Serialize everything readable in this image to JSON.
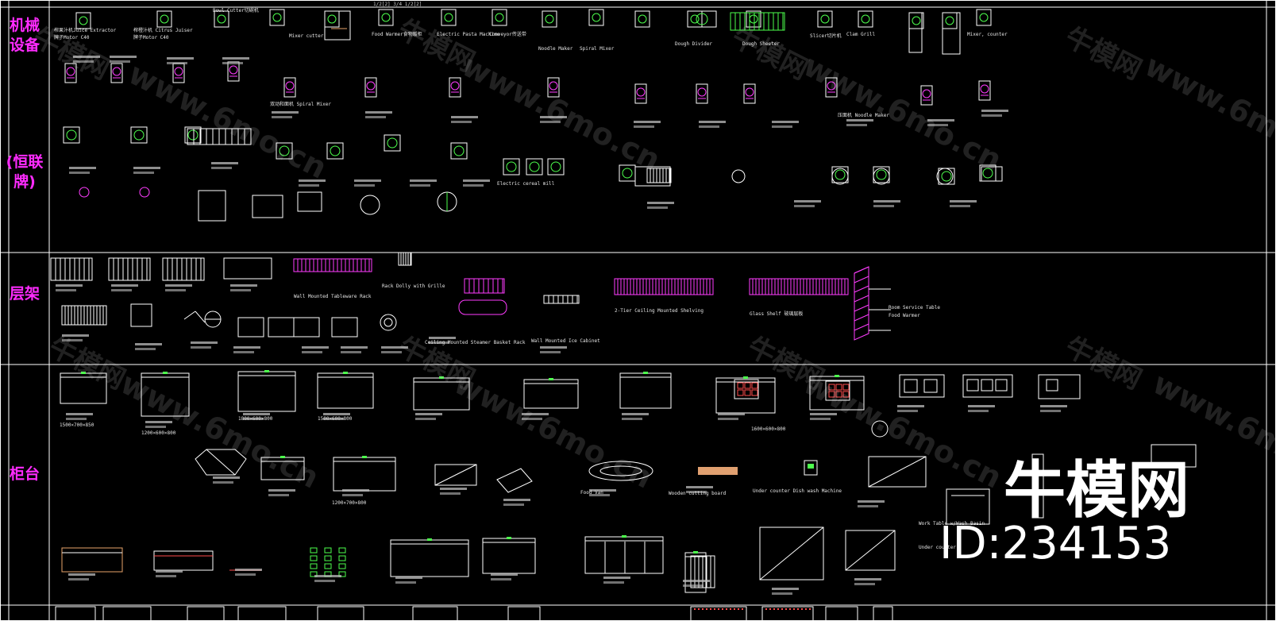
{
  "categories": [
    {
      "id": "machinery",
      "text": "机械\n设备"
    },
    {
      "id": "brand",
      "text": "(恒联\n牌)"
    },
    {
      "id": "shelving",
      "text": "层架"
    },
    {
      "id": "counters",
      "text": "柜台"
    }
  ],
  "labels": {
    "juice": "榨果汁机Juice Extractor",
    "juice_brand": "牌子Motor C40",
    "citrus": "榨橙汁机  Citrus Juiser",
    "citrus_brand": "牌子Motor C40",
    "bowl_cutter": "Bowl Cutter切碗机",
    "mixer_cutter": "Mixer cutter",
    "food_warmer": "Food Warmer食物暖柜",
    "electric_pasta": "Electric Pasta Machine",
    "conveyor": "Conveyor传送带",
    "noodle": "Noodle Maker",
    "spiral": "Spiral Mixer",
    "dough_divider": "Dough Divider",
    "dough_sheeter": "Dough Sheeter",
    "slicer": "Slicer切片机",
    "clam_grill": "Clam Grill",
    "mixer_counter": "Mixer, counter",
    "spiral_mixer": "双动和面机 Spiral Mixer",
    "noodle_maker": "压面机 Noodle Maker",
    "electric_mill": "Electric cereal mill",
    "wall_tableware": "Wall Mounted Tableware Rack",
    "ceiling_shelving": "2-Tier Ceiling Mounted Shelving",
    "glass_shelf": "Glass Shelf 玻璃层板",
    "rack_dolly": "Rack Dolly with Grille",
    "ceiling_steamer": "Ceiling Mounted Steamer Basket Rack",
    "wall_cabinet": "Wall Mounted Ice Cabinet",
    "roll_warmer": "Food Warmer",
    "service_table": "Room Service Table",
    "food_van": "Food Van",
    "wooden_board": "Wooden cutting board",
    "under_counter_dish": "Under counter Dish wash Machine",
    "work_table": "Work Table w/Wash Basin",
    "under_counter": "Under counter",
    "dims_a": "1500×700×850",
    "dims_b": "1200×600×800",
    "dims_c": "1800×600×800",
    "dims_d": "1500×600×800",
    "dims_e": "1200×700×800",
    "dims_f": "1600×600×800"
  },
  "top_marker": "1/2[2] 3/4 1/2[2]",
  "watermark_text": "牛模网",
  "watermark_url": "www.6mo.cn",
  "brand_name": "牛模网",
  "brand_id": "ID:234153"
}
